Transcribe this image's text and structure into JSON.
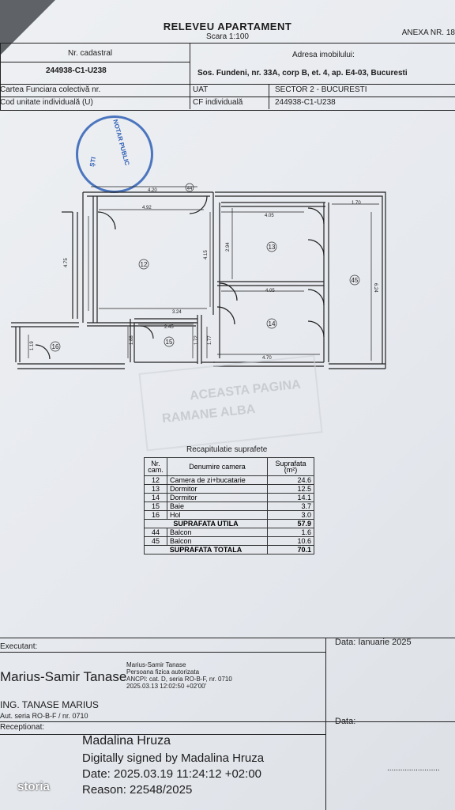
{
  "header": {
    "title": "RELEVEU APARTAMENT",
    "scale": "Scara 1:100",
    "annex": "ANEXA NR. 18"
  },
  "info": {
    "cadastral_label": "Nr. cadastral",
    "cadastral_value": "244938-C1-U238",
    "address_label": "Adresa imobilului:",
    "address_value": "Sos. Fundeni, nr. 33A, corp B, et. 4, ap. E4-03, Bucuresti",
    "cf_label": "Cartea Funciara colectivă nr.",
    "unit_label": "Cod unitate individuală (U)",
    "uat_label": "UAT",
    "uat_value": "SECTOR 2 - BUCURESTI",
    "cfi_label": "CF individuală",
    "cfi_value": "244938-C1-U238"
  },
  "stamp": {
    "text_a": "NOTAR PUBLIC",
    "text_b": "ȘTI"
  },
  "plan": {
    "dims": [
      "4.20",
      "4.92",
      "4.05",
      "1.70",
      "4.75",
      "4.15",
      "2.94",
      "6.24",
      "3.24",
      "4.05",
      "2.45",
      "1.88",
      "1.72",
      "1.77",
      "4.70",
      "1.19"
    ],
    "rooms": [
      "12",
      "13",
      "14",
      "15",
      "16",
      "45",
      "44"
    ]
  },
  "watermark": {
    "line1": "ACEASTA PAGINA",
    "line2": "RAMANE ALBA"
  },
  "recap": {
    "title": "Recapitulatie suprafete",
    "headers": [
      "Nr. cam.",
      "Denumire camera",
      "Suprafata (m²)"
    ],
    "rows": [
      {
        "nr": "12",
        "name": "Camera de zi+bucatarie",
        "area": "24.6"
      },
      {
        "nr": "13",
        "name": "Dormitor",
        "area": "12.5"
      },
      {
        "nr": "14",
        "name": "Dormitor",
        "area": "14.1"
      },
      {
        "nr": "15",
        "name": "Baie",
        "area": "3.7"
      },
      {
        "nr": "16",
        "name": "Hol",
        "area": "3.0"
      }
    ],
    "useful_label": "SUPRAFATA UTILA",
    "useful_value": "57.9",
    "balconies": [
      {
        "nr": "44",
        "name": "Balcon",
        "area": "1.6"
      },
      {
        "nr": "45",
        "name": "Balcon",
        "area": "10.6"
      }
    ],
    "total_label": "SUPRAFATA TOTALA",
    "total_value": "70.1"
  },
  "footer": {
    "executant_label": "Executant:",
    "executant_name": "Marius-Samir Tanase",
    "sig_lines": [
      "Marius-Samir Tanase",
      "Persoana fizica autorizata",
      "ANCPI: cat. D, seria RO-B-F, nr. 0710",
      "2025.03.13 12:02:50 +02'00'"
    ],
    "eng": "ING. TANASE MARIUS",
    "series": "Aut. seria RO-B-F / nr. 0710",
    "date_label1": "Data: Ianuarie 2025",
    "date_label2": "Data:",
    "receptionat_label": "Receptionat:",
    "recv_name": "Madalina Hruza",
    "recv_signed": "Digitally signed by Madalina Hruza",
    "recv_date": "Date: 2025.03.19 11:24:12 +02:00",
    "recv_reason": "Reason: 22548/2025",
    "dots": "........................",
    "logo": "storia"
  }
}
